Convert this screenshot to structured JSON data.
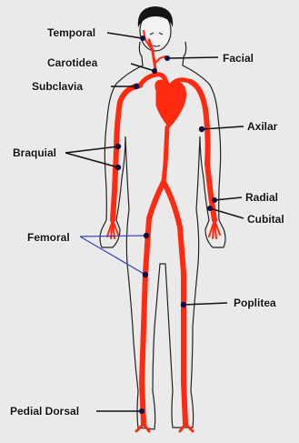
{
  "diagram": {
    "labels": {
      "temporal": "Temporal",
      "facial": "Facial",
      "carotidea": "Carotidea",
      "subclavia": "Subclavia",
      "axilar": "Axilar",
      "braquial": "Braquial",
      "radial": "Radial",
      "cubital": "Cubital",
      "femoral": "Femoral",
      "poplitea": "Poplitea",
      "pedial_dorsal": "Pedial Dorsal"
    },
    "colors": {
      "background": "#eaeaea",
      "artery": "#ff2a10",
      "outline": "#222222",
      "hair": "#141414",
      "pulse_dot": "#101040",
      "pointer_line": "#111111",
      "femoral_pointer": "#3344bb"
    }
  }
}
